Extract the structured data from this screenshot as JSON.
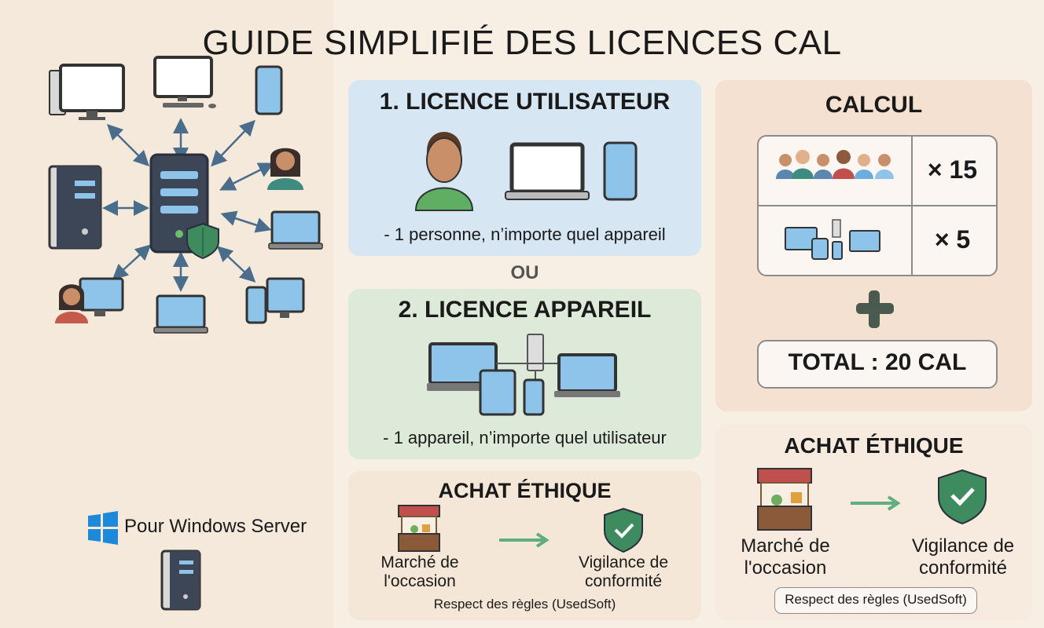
{
  "title": "GUIDE SIMPLIFIÉ DES LICENCES CAL",
  "left": {
    "windows_label": "Pour Windows Server"
  },
  "user_licence": {
    "heading": "1. LICENCE UTILISATEUR",
    "caption": "- 1 personne, n’importe quel appareil"
  },
  "or_label": "OU",
  "device_licence": {
    "heading": "2. LICENCE APPAREIL",
    "caption": "- 1 appareil, n’importe quel utilisateur"
  },
  "ethic_small": {
    "heading": "ACHAT ÉTHIQUE",
    "left_label_1": "Marché de",
    "left_label_2": "l'occasion",
    "right_label_1": "Vigilance de",
    "right_label_2": "conformité",
    "footer": "Respect des règles (UsedSoft)"
  },
  "calc": {
    "heading": "CALCUL",
    "users_multiplier": "× 15",
    "devices_multiplier": "× 5",
    "total": "TOTAL : 20 CAL"
  },
  "ethic_large": {
    "heading": "ACHAT ÉTHIQUE",
    "left_label_1": "Marché de",
    "left_label_2": "l'occasion",
    "right_label_1": "Vigilance de",
    "right_label_2": "conformité",
    "footer": "Respect des règles (UsedSoft)"
  },
  "colors": {
    "user_card": "#d7e6f3",
    "device_card": "#dde9d9",
    "calc_card": "#f5e1d1",
    "shield": "#3e8b5f",
    "arrow": "#4a6d8c",
    "screen": "#8ec3ea"
  }
}
